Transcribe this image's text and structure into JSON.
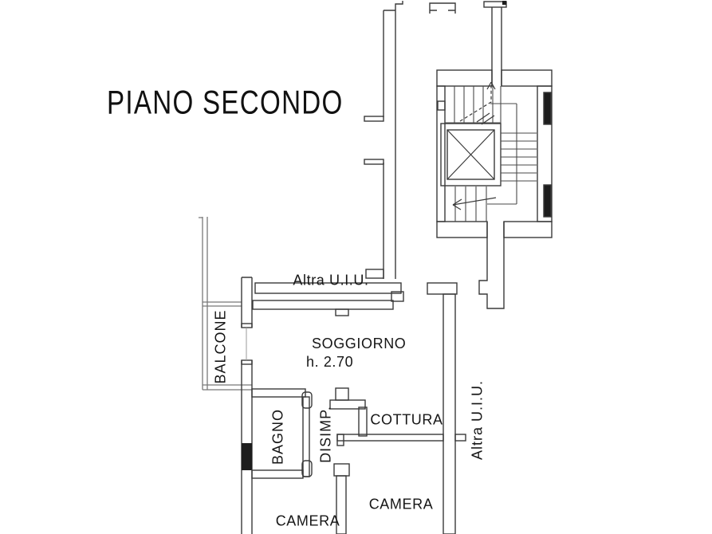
{
  "header": {
    "title": "PIANO SECONDO"
  },
  "floor_plan": {
    "labels": {
      "other_unit_top": "Altra U.I.U.",
      "other_unit_right": "Altra U.I.U.",
      "balcony": "BALCONE",
      "living_room": "SOGGIORNO",
      "living_room_height": "h. 2.70",
      "bathroom": "BAGNO",
      "hallway": "DISIMP.",
      "kitchenette": "COTTURA",
      "bedroom_left": "CAMERA",
      "bedroom_right": "CAMERA"
    },
    "features": [
      "elevator-icon",
      "stairs",
      "balcony-railing",
      "stairwell"
    ],
    "colors": {
      "wall": "#3a3a3a",
      "text": "#161616",
      "railing": "#787878",
      "solid_fill": "#1d1d1d",
      "background": "#ffffff"
    }
  }
}
